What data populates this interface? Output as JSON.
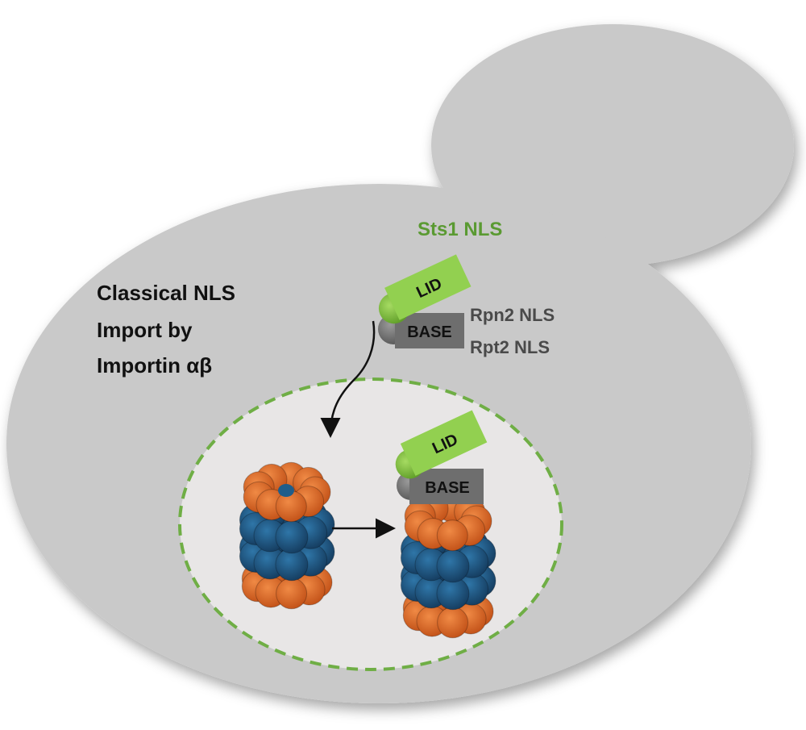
{
  "labels": {
    "import_title": [
      "Classical NLS",
      "Import by",
      "Importin αβ"
    ],
    "sts1_nls": "Sts1 NLS",
    "rpn2_nls": "Rpn2 NLS",
    "rpt2_nls": "Rpt2 NLS",
    "lid": "LID",
    "base": "BASE"
  },
  "colors": {
    "cell": "#c9c9c9",
    "nucleus": "#e8e6e6",
    "nucleus_border": "#6fae45",
    "lid": "#92d050",
    "lid_cap": "#76b82a",
    "base": "#6e6e6e",
    "base_cap": "#8a8a8a",
    "alpha_ring": "#e06a22",
    "beta_ring": "#1f5d8a",
    "text_dark": "#111111",
    "text_grey": "#4a4a4a",
    "text_green": "#5a9a32"
  }
}
